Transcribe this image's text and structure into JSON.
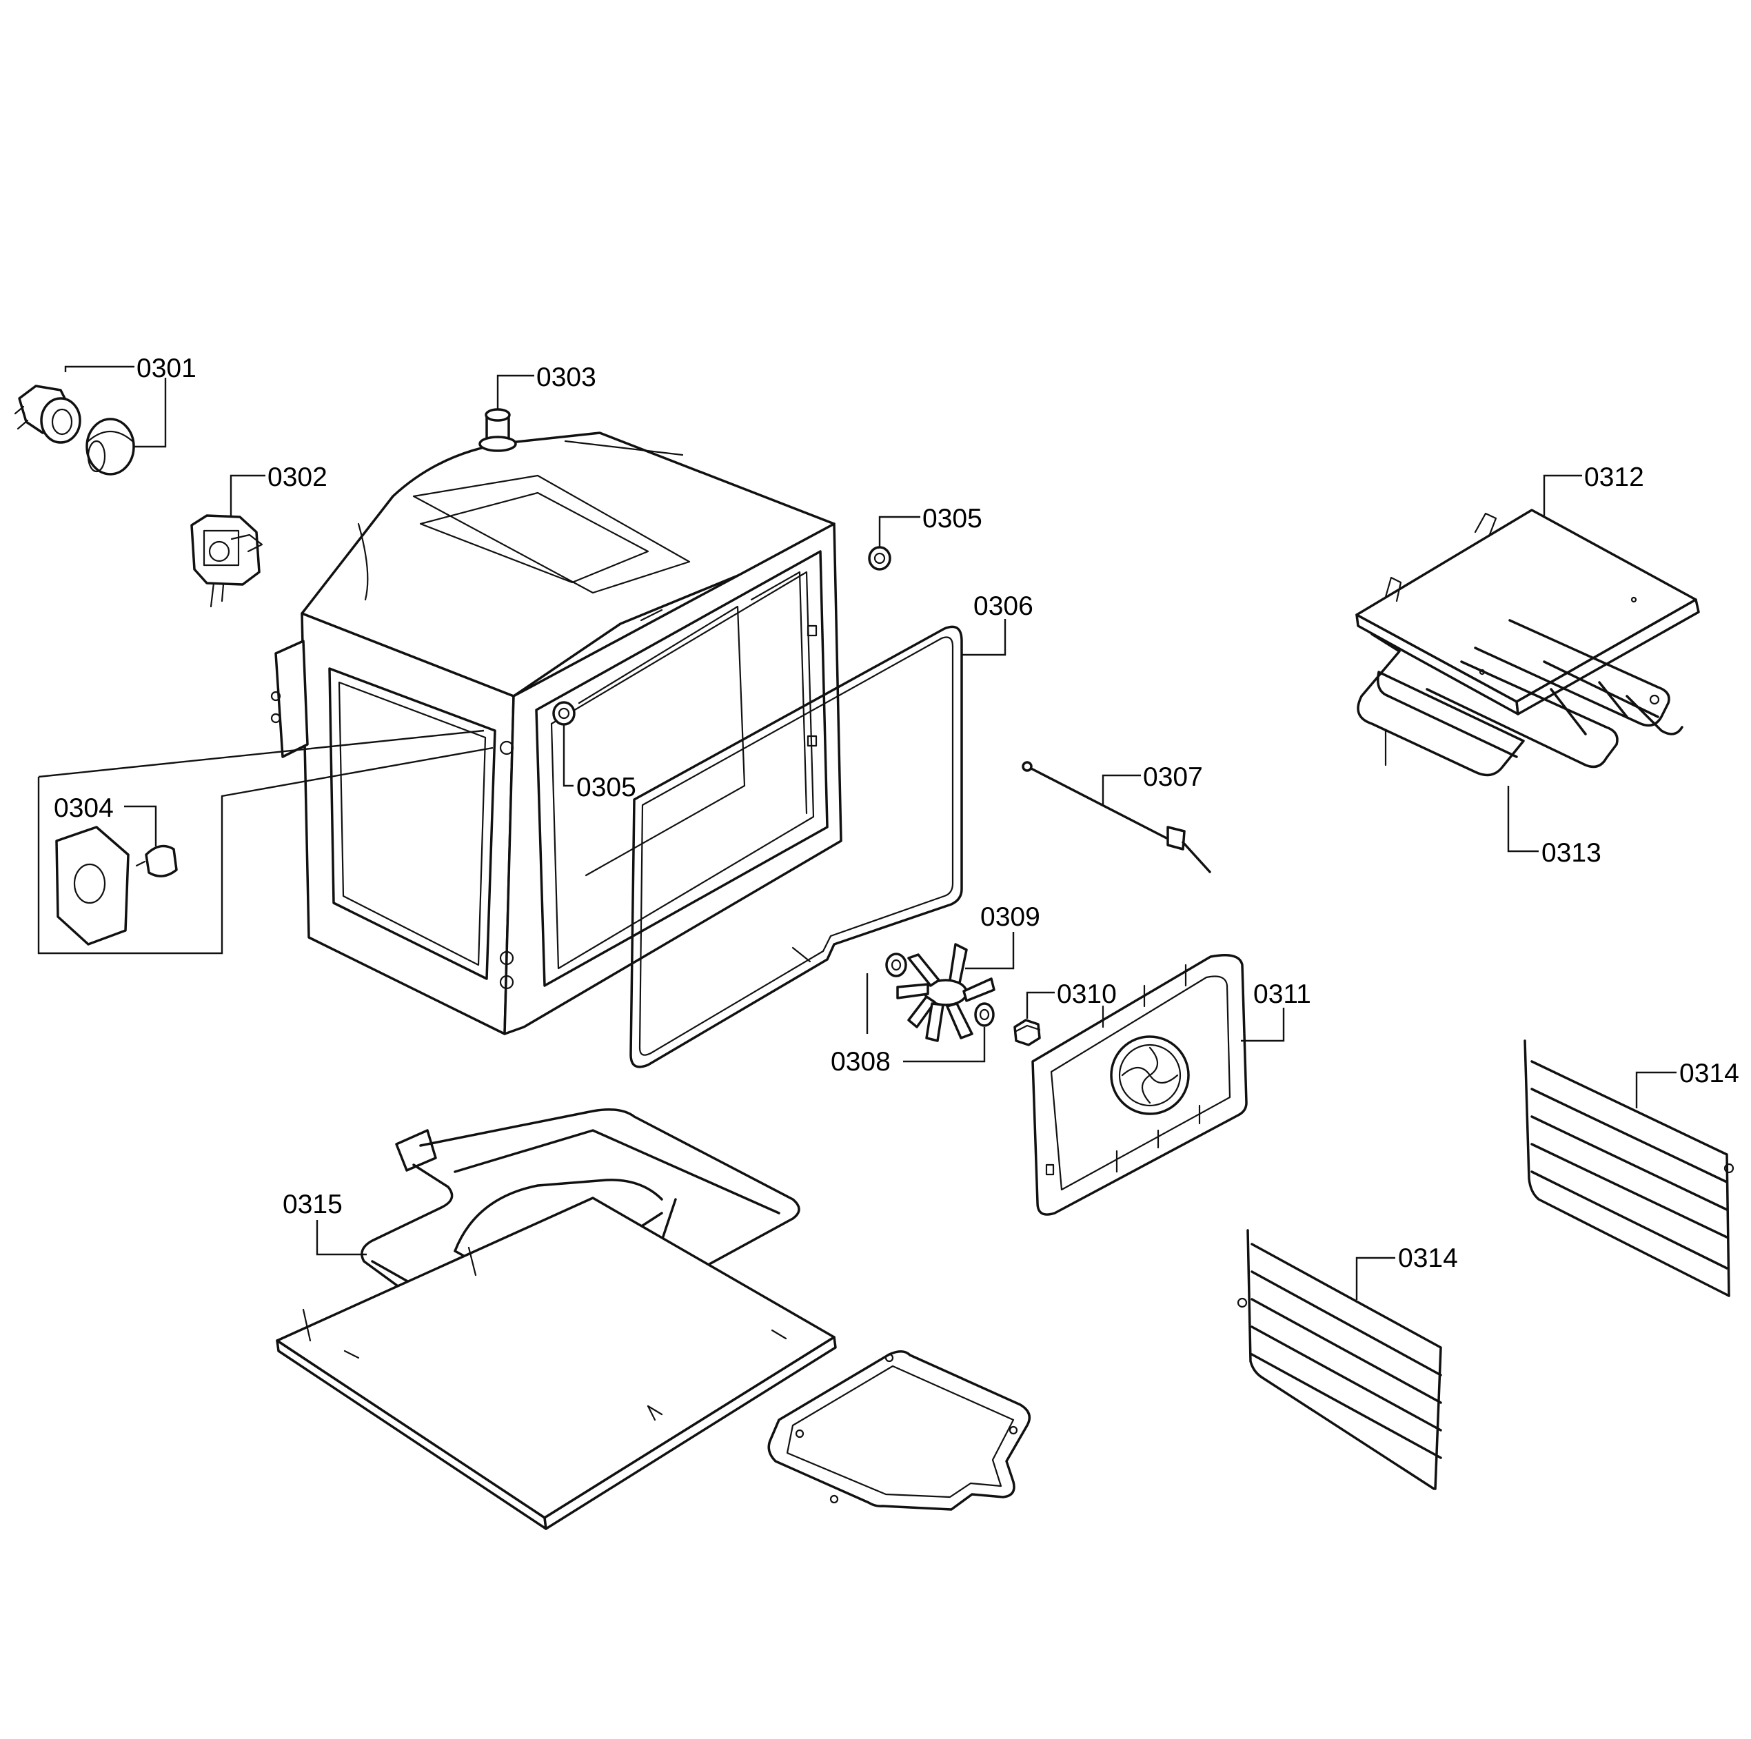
{
  "callouts": {
    "p0301": "0301",
    "p0302": "0302",
    "p0303": "0303",
    "p0304": "0304",
    "p0305a": "0305",
    "p0305b": "0305",
    "p0306": "0306",
    "p0307": "0307",
    "p0308": "0308",
    "p0309": "0309",
    "p0310": "0310",
    "p0311": "0311",
    "p0312": "0312",
    "p0313": "0313",
    "p0314a": "0314",
    "p0314b": "0314",
    "p0315": "0315"
  },
  "colors": {
    "line": "#111111",
    "background": "#ffffff"
  }
}
